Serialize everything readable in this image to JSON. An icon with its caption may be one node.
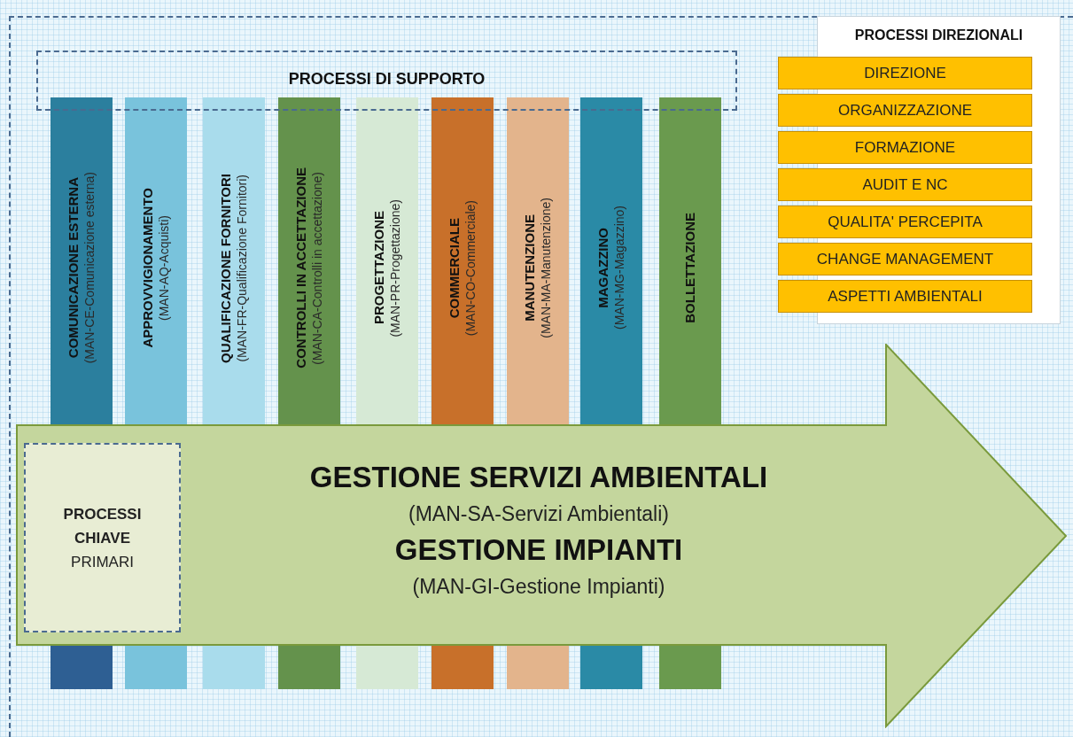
{
  "diagram": {
    "nodes": [
      {
        "text": [
          "PROCESSI DI SUPPORTO"
        ]
      },
      {
        "text": [
          "COMUNICAZIONE ESTERNA",
          "(MAN-CE-Comunicazione esterna)"
        ]
      },
      {
        "text": [
          "APPROVVIGIONAMENTO",
          "(MAN-AQ-Acquisti)"
        ]
      },
      {
        "text": [
          "QUALIFICAZIONE FORNITORI",
          "(MAN-FR-Qualificazione Fornitori)"
        ]
      },
      {
        "text": [
          "CONTROLLI IN ACCETTAZIONE",
          "(MAN-CA-Controlli in accettazione)"
        ]
      },
      {
        "text": [
          "PROGETTAZIONE",
          "(MAN-PR-Progettazione)"
        ]
      },
      {
        "text": [
          "COMMERCIALE",
          "(MAN-CO-Commerciale)"
        ]
      },
      {
        "text": [
          "MANUTENZIONE",
          "(MAN-MA-Manutenzione)"
        ]
      },
      {
        "text": [
          "MAGAZZINO",
          "(MAN-MG-Magazzino)"
        ]
      },
      {
        "text": [
          "BOLLETTAZIONE"
        ]
      },
      {
        "text": [
          "PROCESSI DIREZIONALI"
        ]
      },
      {
        "text": [
          "DIREZIONE"
        ]
      },
      {
        "text": [
          "ORGANIZZAZIONE"
        ]
      },
      {
        "text": [
          "FORMAZIONE"
        ]
      },
      {
        "text": [
          "AUDIT E NC"
        ]
      },
      {
        "text": [
          "QUALITA' PERCEPITA"
        ]
      },
      {
        "text": [
          "CHANGE MANAGEMENT"
        ]
      },
      {
        "text": [
          "ASPETTI AMBIENTALI"
        ]
      },
      {
        "text": [
          "GESTIONE SERVIZI AMBIENTALI",
          "(MAN-SA-Servizi Ambientali)",
          "GESTIONE IMPIANTI",
          "(MAN-GI-Gestione Impianti)"
        ]
      },
      {
        "text": [
          "PROCESSI CHIAVE",
          "PRIMARI"
        ],
        "in": 18
      }
    ]
  }
}
